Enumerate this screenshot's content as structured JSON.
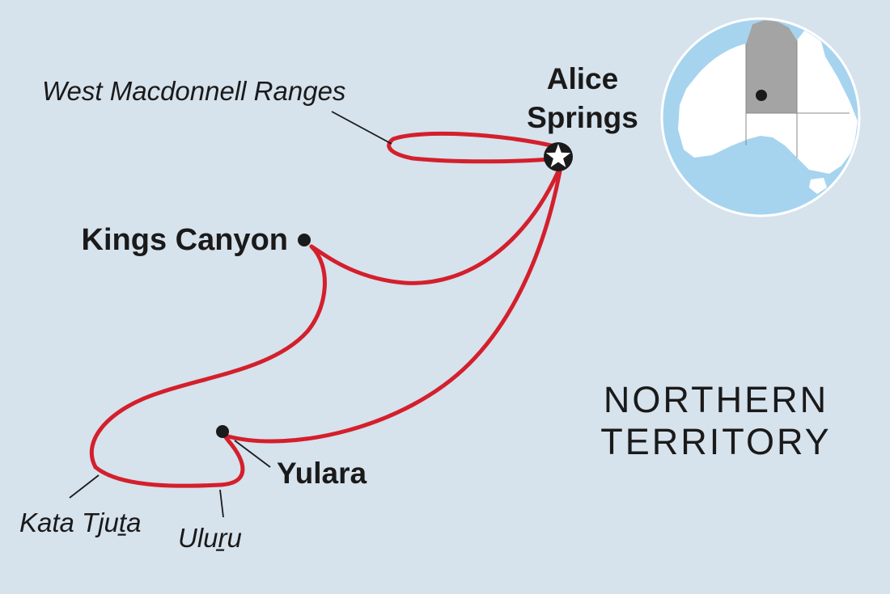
{
  "map": {
    "colors": {
      "background": "#d6e2ec",
      "route": "#d41f2c",
      "ocean": "#a6d4ef",
      "land": "#ffffff",
      "highlight_territory": "#a4a4a4",
      "marker": "#1a1a1a"
    },
    "places": {
      "alice_springs_line1": "Alice",
      "alice_springs_line2": "Springs",
      "kings_canyon": "Kings Canyon",
      "yulara": "Yulara"
    },
    "landmarks": {
      "west_macdonnell": "West Macdonnell Ranges",
      "kata_tjuta": "Kata Tjuṯa",
      "uluru": "Uluṟu"
    },
    "region": {
      "line1": "NORTHERN",
      "line2": "TERRITORY"
    },
    "icons": {
      "start_marker": "star-in-circle-icon",
      "stop_marker": "dot-icon",
      "locator": "australia-globe-locator"
    }
  }
}
